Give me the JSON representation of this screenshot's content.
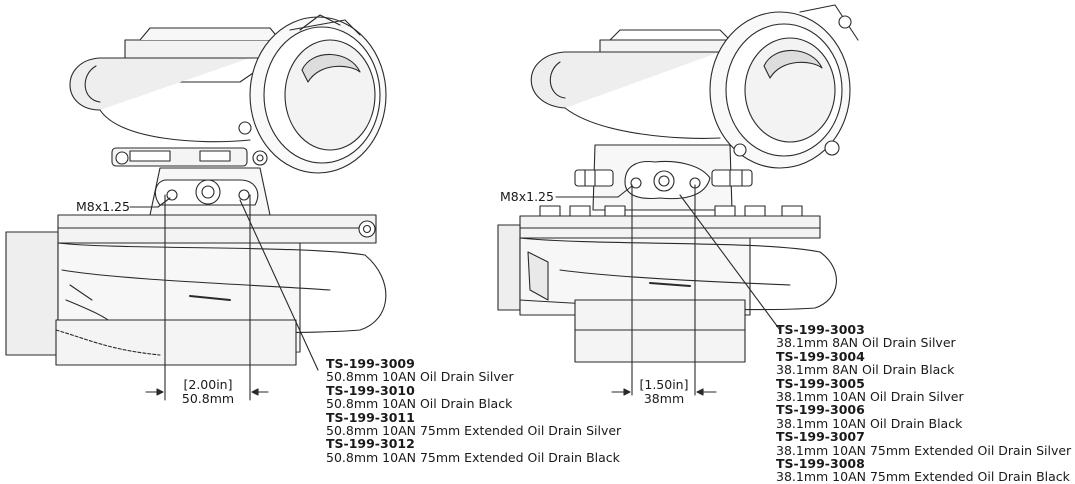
{
  "left_view": {
    "thread_callout": "M8x1.25",
    "dimension": {
      "imperial": "2.00in",
      "metric": "50.8mm"
    },
    "parts": [
      {
        "number": "TS-199-3009",
        "description": "50.8mm 10AN Oil Drain Silver"
      },
      {
        "number": "TS-199-3010",
        "description": "50.8mm 10AN Oil Drain Black"
      },
      {
        "number": "TS-199-3011",
        "description": "50.8mm 10AN 75mm Extended Oil Drain Silver"
      },
      {
        "number": "TS-199-3012",
        "description": "50.8mm 10AN 75mm Extended Oil Drain Black"
      }
    ]
  },
  "right_view": {
    "thread_callout": "M8x1.25",
    "dimension": {
      "imperial": "1.50in",
      "metric": "38mm"
    },
    "parts": [
      {
        "number": "TS-199-3003",
        "description": "38.1mm 8AN Oil Drain Silver"
      },
      {
        "number": "TS-199-3004",
        "description": "38.1mm 8AN Oil Drain Black"
      },
      {
        "number": "TS-199-3005",
        "description": "38.1mm 10AN Oil Drain Silver"
      },
      {
        "number": "TS-199-3006",
        "description": "38.1mm 10AN Oil Drain Black"
      },
      {
        "number": "TS-199-3007",
        "description": "38.1mm 10AN 75mm Extended Oil Drain Silver"
      },
      {
        "number": "TS-199-3008",
        "description": "38.1mm 10AN 75mm Extended Oil Drain Black"
      }
    ]
  },
  "colors": {
    "line": "#2a2a2a",
    "shade": "#e9e9e9",
    "background": "#ffffff"
  }
}
